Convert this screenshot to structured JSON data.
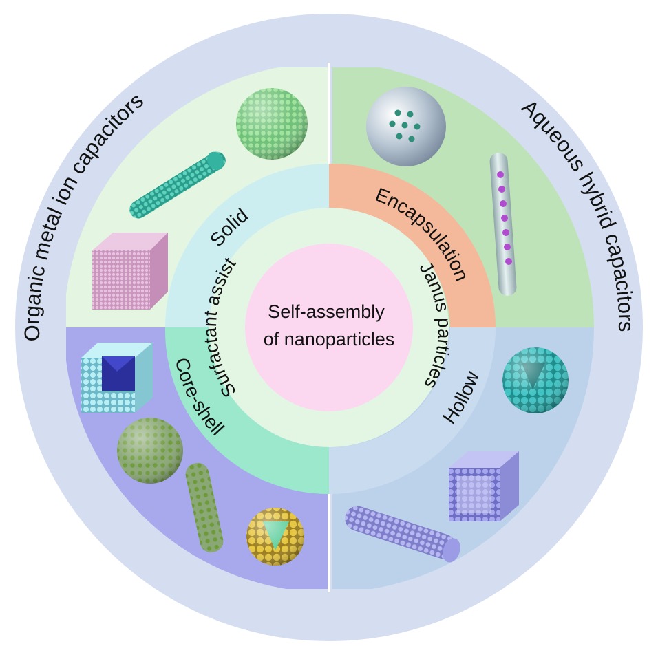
{
  "center": {
    "line1": "Self-assembly",
    "line2": "of nanoparticles"
  },
  "outer_ring": {
    "left_label": "Organic metal ion capacitors",
    "right_label": "Aqueous hybrid capacitors"
  },
  "structure_ring": {
    "solid": "Solid",
    "encapsulation": "Encapsulation",
    "hollow": "Hollow",
    "core_shell": "Core-shell"
  },
  "inner_ring": {
    "left_label": "Surfactant assist",
    "right_label": "Janus particles"
  },
  "colors": {
    "outer_ring": "#d5def0",
    "quadrant_top_left": "#e4f6e1",
    "quadrant_top_right": "#bfe3b8",
    "quadrant_bottom_left": "#a8a8ec",
    "quadrant_bottom_right": "#bcd2ea",
    "solid_band": "#cdeef0",
    "encapsulation_band": "#f4b89a",
    "hollow_band": "#c9dcef",
    "core_shell_band": "#9be8cd",
    "inner_ring": "#e3f6e4",
    "center": "#fbd8f0"
  }
}
